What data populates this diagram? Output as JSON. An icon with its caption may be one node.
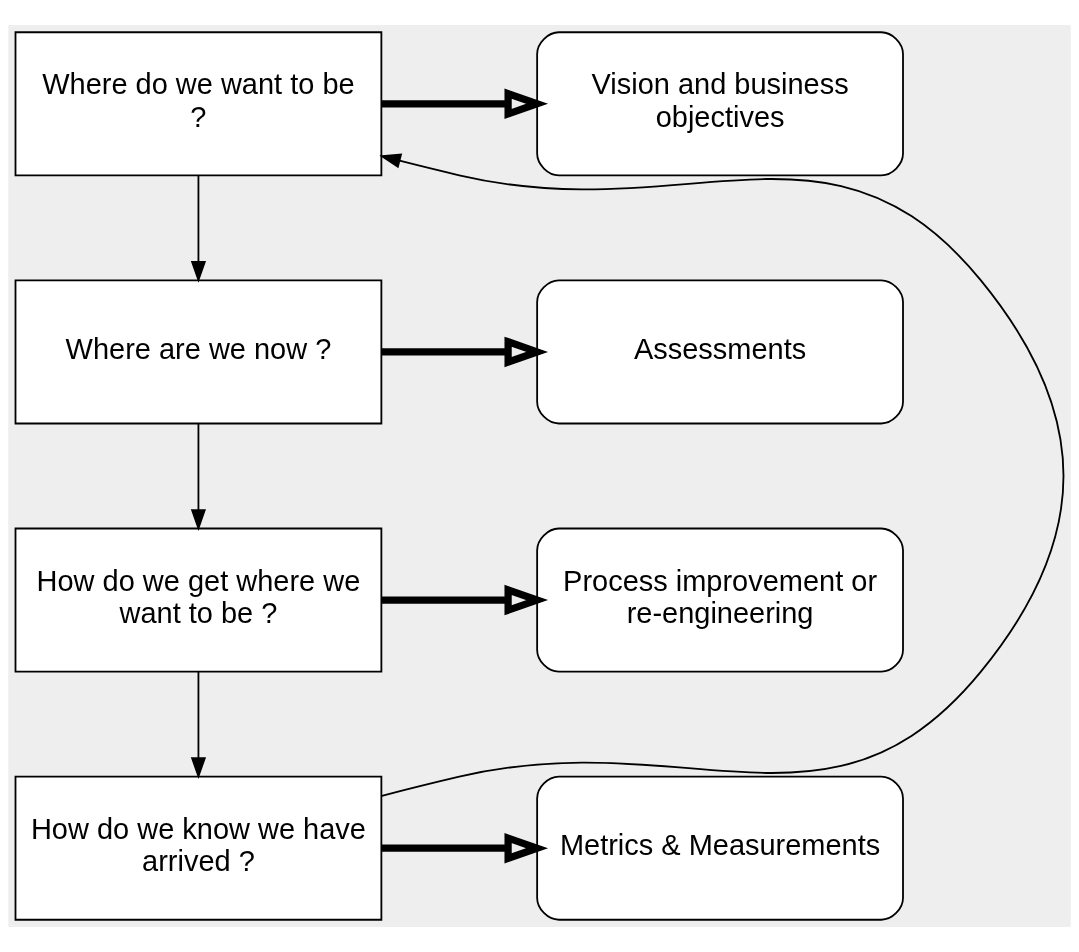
{
  "diagram": {
    "nodes": [
      {
        "text": [
          "Where do we want to be ?"
        ]
      },
      {
        "text": [
          "Vision and business objectives"
        ]
      },
      {
        "text": [
          "Where are we now ?"
        ]
      },
      {
        "text": [
          "Assessments"
        ]
      },
      {
        "text": [
          "How do we get where we want to be ?"
        ]
      },
      {
        "text": [
          "Process improvement or re-engineering"
        ]
      },
      {
        "text": [
          "How do we know we have arrived ?"
        ]
      },
      {
        "text": [
          "Metrics & Measurements"
        ]
      }
    ],
    "edges": [
      {
        "from": 0,
        "to": 2,
        "arrow": "to"
      },
      {
        "from": 2,
        "to": 4,
        "arrow": "to"
      },
      {
        "from": 4,
        "to": 6,
        "arrow": "to"
      },
      {
        "from": 6,
        "to": 0,
        "arrow": "to"
      },
      {
        "from": 0,
        "to": 1,
        "arrow": "to",
        "style": "thick"
      },
      {
        "from": 2,
        "to": 3,
        "arrow": "to",
        "style": "thick"
      },
      {
        "from": 4,
        "to": 5,
        "arrow": "to",
        "style": "thick"
      },
      {
        "from": 6,
        "to": 7,
        "arrow": "to",
        "style": "thick"
      }
    ]
  }
}
